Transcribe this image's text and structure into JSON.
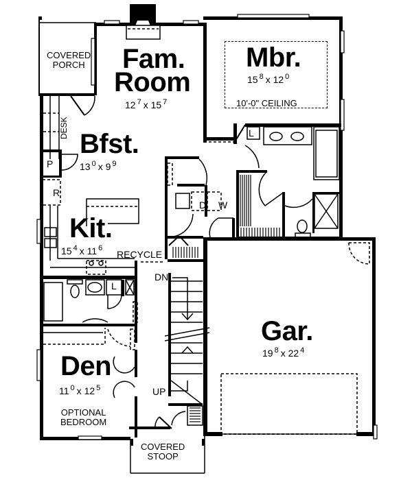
{
  "plan": {
    "type": "floor-plan",
    "line_color": "#000000",
    "background": "#ffffff"
  },
  "rooms": {
    "fam_room": {
      "name_line1": "Fam.",
      "name_line2": "Room",
      "w_ft": "12",
      "w_in": "7",
      "sep": "x",
      "l_ft": "15",
      "l_in": "7"
    },
    "mbr": {
      "name": "Mbr.",
      "w_ft": "15",
      "w_in": "8",
      "sep": "x",
      "l_ft": "12",
      "l_in": "0",
      "note": "10'-0\" CEILING"
    },
    "bfst": {
      "name": "Bfst.",
      "w_ft": "13",
      "w_in": "0",
      "sep": "x",
      "l_ft": "9",
      "l_in": "9"
    },
    "kit": {
      "name": "Kit.",
      "w_ft": "15",
      "w_in": "4",
      "sep": "x",
      "l_ft": "11",
      "l_in": "6"
    },
    "den": {
      "name": "Den",
      "w_ft": "11",
      "w_in": "0",
      "sep": "x",
      "l_ft": "12",
      "l_in": "5",
      "note_line1": "OPTIONAL",
      "note_line2": "BEDROOM"
    },
    "gar": {
      "name": "Gar.",
      "w_ft": "19",
      "w_in": "8",
      "sep": "x",
      "l_ft": "22",
      "l_in": "4"
    },
    "covered_porch": {
      "line1": "COVERED",
      "line2": "PORCH"
    },
    "covered_stoop": {
      "line1": "COVERED",
      "line2": "STOOP"
    }
  },
  "tags": {
    "desk": "DESK",
    "pantry": "P",
    "refrigerator": "R",
    "recycle": "RECYCLE",
    "linen_master": "L",
    "linen_hall": "L",
    "dryer": "D",
    "washer": "W",
    "stair_down": "DN",
    "stair_up": "UP"
  }
}
